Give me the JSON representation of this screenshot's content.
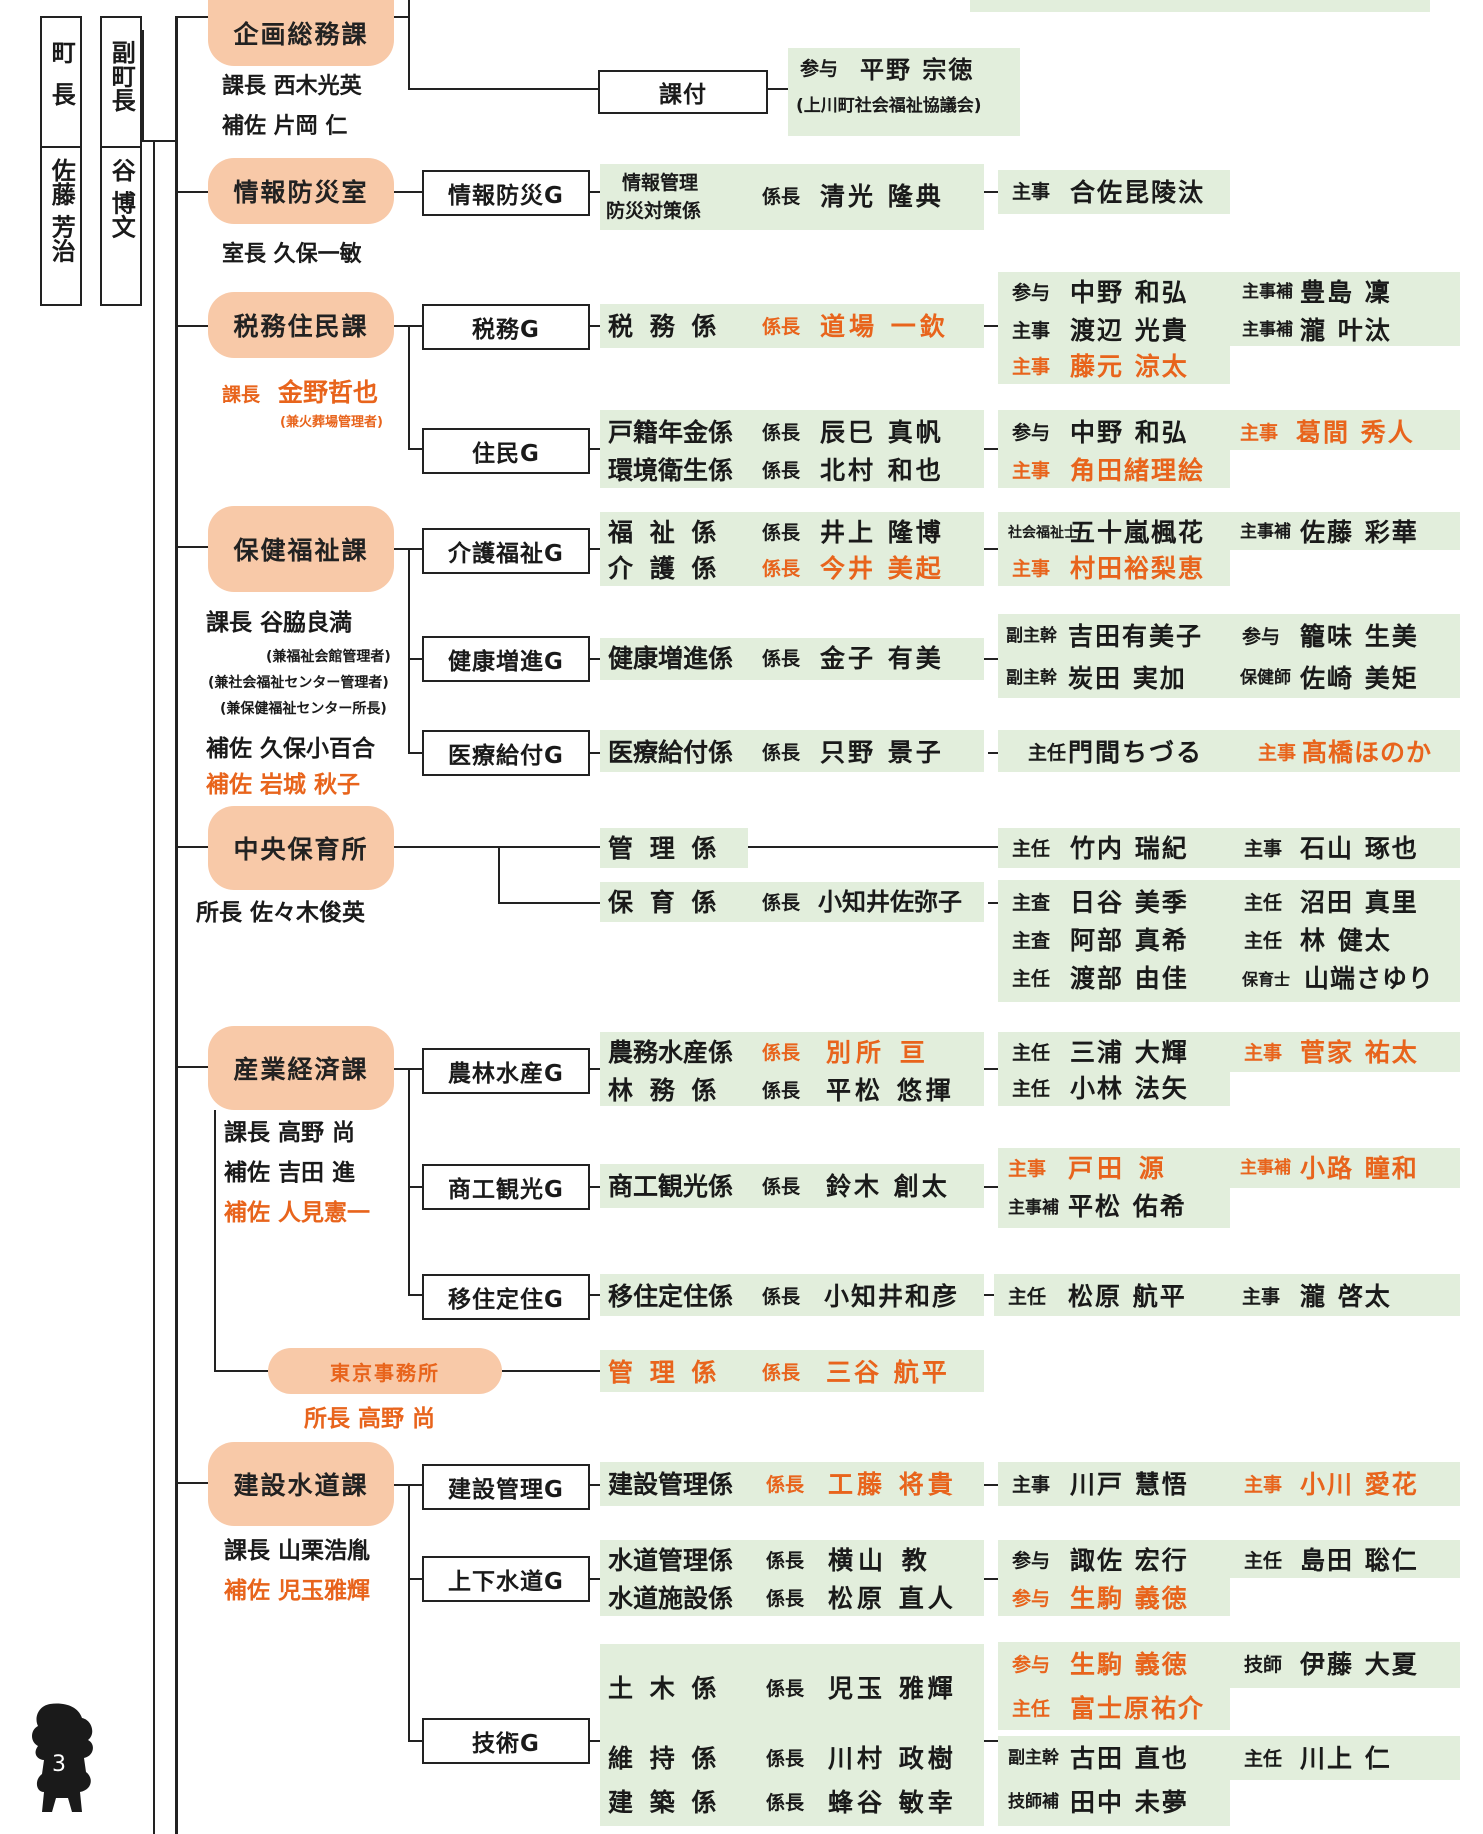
{
  "top": {
    "mayor_title": "町長",
    "mayor_name": "佐藤 芳治",
    "vice_title": "副町長",
    "vice_name": "谷 博文"
  },
  "page_number": "3",
  "departments": {
    "kikaku": {
      "name": "企画総務課",
      "head": "課長 西木光英",
      "deputy": "補佐 片岡 仁"
    },
    "katsuke": {
      "name": "課付",
      "member_title": "参与",
      "member_name": "平野 宗徳",
      "note": "(上川町社会福祉協議会)"
    },
    "joho": {
      "name": "情報防災室",
      "head": "室長 久保一敏",
      "group": "情報防災G",
      "sect_line1": "情報管理",
      "sect_line2": "防災対策係",
      "chief": "係長",
      "chief_name": "清光 隆典",
      "staff_title": "主事",
      "staff_name": "合佐昆陵汰"
    },
    "zeimu": {
      "name": "税務住民課",
      "head_title": "課長",
      "head_name": "金野哲也",
      "head_note": "(兼火葬場管理者)",
      "g1": "税務G",
      "g1_sect": "税 務 係",
      "g1_chief": "係長",
      "g1_chief_name": "道場 一欽",
      "g1_s1": "参与",
      "g1_s1n": "中野 和弘",
      "g1_s2": "主事補",
      "g1_s2n": "豊島 凜",
      "g1_s3": "主事",
      "g1_s3n": "渡辺 光貴",
      "g1_s4": "主事補",
      "g1_s4n": "瀧 叶汰",
      "g1_s5": "主事",
      "g1_s5n": "藤元 涼太",
      "g2": "住民G",
      "g2_sect1": "戸籍年金係",
      "g2_c1": "係長",
      "g2_c1n": "辰巳 真帆",
      "g2_sect2": "環境衛生係",
      "g2_c2": "係長",
      "g2_c2n": "北村 和也",
      "g2_s1": "参与",
      "g2_s1n": "中野 和弘",
      "g2_s2": "主事",
      "g2_s2n": "葛間 秀人",
      "g2_s3": "主事",
      "g2_s3n": "角田緒理絵"
    },
    "hoken": {
      "name": "保健福祉課",
      "head": "課長 谷脇良満",
      "note1": "(兼福祉会館管理者)",
      "note2": "(兼社会福祉センター管理者)",
      "note3": "(兼保健福祉センター所長)",
      "deputy1": "補佐 久保小百合",
      "deputy2": "補佐 岩城 秋子",
      "g1": "介護福祉G",
      "g1_sect1": "福 祉 係",
      "g1_c1": "係長",
      "g1_c1n": "井上 隆博",
      "g1_sect2": "介 護 係",
      "g1_c2": "係長",
      "g1_c2n": "今井 美起",
      "g1_s1": "社会福祉士",
      "g1_s1n": "五十嵐楓花",
      "g1_s2": "主事補",
      "g1_s2n": "佐藤 彩華",
      "g1_s3": "主事",
      "g1_s3n": "村田裕梨恵",
      "g2": "健康増進G",
      "g2_sect": "健康増進係",
      "g2_c": "係長",
      "g2_cn": "金子 有美",
      "g2_s1": "副主幹",
      "g2_s1n": "吉田有美子",
      "g2_s2": "参与",
      "g2_s2n": "籠味 生美",
      "g2_s3": "副主幹",
      "g2_s3n": "炭田 実加",
      "g2_s4": "保健師",
      "g2_s4n": "佐崎 美矩",
      "g3": "医療給付G",
      "g3_sect": "医療給付係",
      "g3_c": "係長",
      "g3_cn": "只野 景子",
      "g3_s1": "主任",
      "g3_s1n": "門間ちづる",
      "g3_s2": "主事",
      "g3_s2n": "髙橋ほのか"
    },
    "hoiku": {
      "name": "中央保育所",
      "head": "所長 佐々木俊英",
      "sect1": "管 理 係",
      "s1": "主任",
      "s1n": "竹内 瑞紀",
      "s2": "主事",
      "s2n": "石山 琢也",
      "sect2": "保 育 係",
      "c2": "係長",
      "c2n": "小知井佐弥子",
      "s3": "主査",
      "s3n": "日谷 美季",
      "s4": "主任",
      "s4n": "沼田 真里",
      "s5": "主査",
      "s5n": "阿部 真希",
      "s6": "主任",
      "s6n": "林 健太",
      "s7": "主任",
      "s7n": "渡部 由佳",
      "s8": "保育士",
      "s8n": "山端さゆり"
    },
    "sangyo": {
      "name": "産業経済課",
      "head": "課長 高野 尚",
      "deputy1": "補佐 吉田 進",
      "deputy2": "補佐 人見憲一",
      "g1": "農林水産G",
      "g1_sect1": "農務水産係",
      "g1_c1": "係長",
      "g1_c1n": "別所 亘",
      "g1_sect2": "林 務 係",
      "g1_c2": "係長",
      "g1_c2n": "平松 悠揮",
      "g1_s1": "主任",
      "g1_s1n": "三浦 大輝",
      "g1_s2": "主事",
      "g1_s2n": "菅家 祐太",
      "g1_s3": "主任",
      "g1_s3n": "小林 法矢",
      "g2": "商工観光G",
      "g2_sect": "商工観光係",
      "g2_c": "係長",
      "g2_cn": "鈴木 創太",
      "g2_s1": "主事",
      "g2_s1n": "戸田 源",
      "g2_s2": "主事補",
      "g2_s2n": "小路 瞳和",
      "g2_s3": "主事補",
      "g2_s3n": "平松 佑希",
      "g3": "移住定住G",
      "g3_sect": "移住定住係",
      "g3_c": "係長",
      "g3_cn": "小知井和彦",
      "g3_s1": "主任",
      "g3_s1n": "松原 航平",
      "g3_s2": "主事",
      "g3_s2n": "瀧 啓太",
      "tokyo": "東京事務所",
      "tokyo_head": "所長 高野 尚",
      "tokyo_sect": "管 理 係",
      "tokyo_c": "係長",
      "tokyo_cn": "三谷 航平"
    },
    "kensetsu": {
      "name": "建設水道課",
      "head": "課長 山栗浩胤",
      "deputy": "補佐 児玉雅輝",
      "g1": "建設管理G",
      "g1_sect": "建設管理係",
      "g1_c": "係長",
      "g1_cn": "工藤 将貴",
      "g1_s1": "主事",
      "g1_s1n": "川戸 慧悟",
      "g1_s2": "主事",
      "g1_s2n": "小川 愛花",
      "g2": "上下水道G",
      "g2_sect1": "水道管理係",
      "g2_c1": "係長",
      "g2_c1n": "横山 教",
      "g2_sect2": "水道施設係",
      "g2_c2": "係長",
      "g2_c2n": "松原 直人",
      "g2_s1": "参与",
      "g2_s1n": "諏佐 宏行",
      "g2_s2": "主任",
      "g2_s2n": "島田 聡仁",
      "g2_s3": "参与",
      "g2_s3n": "生駒 義徳",
      "g3": "技術G",
      "g3_sect1": "土 木 係",
      "g3_c1": "係長",
      "g3_c1n": "児玉 雅輝",
      "g3_sect2": "維 持 係",
      "g3_c2": "係長",
      "g3_c2n": "川村 政樹",
      "g3_sect3": "建 築 係",
      "g3_c3": "係長",
      "g3_c3n": "蜂谷 敏幸",
      "g3_s1": "参与",
      "g3_s1n": "生駒 義徳",
      "g3_s2": "技師",
      "g3_s2n": "伊藤 大夏",
      "g3_s3": "主任",
      "g3_s3n": "富士原祐介",
      "g3_s4": "副主幹",
      "g3_s4n": "古田 直也",
      "g3_s5": "主任",
      "g3_s5n": "川上 仁",
      "g3_s6": "技師補",
      "g3_s6n": "田中 未夢"
    }
  },
  "colors": {
    "department_fill": "#f8c9a8",
    "section_fill": "#e2eedc",
    "accent_orange": "#e8641c"
  }
}
